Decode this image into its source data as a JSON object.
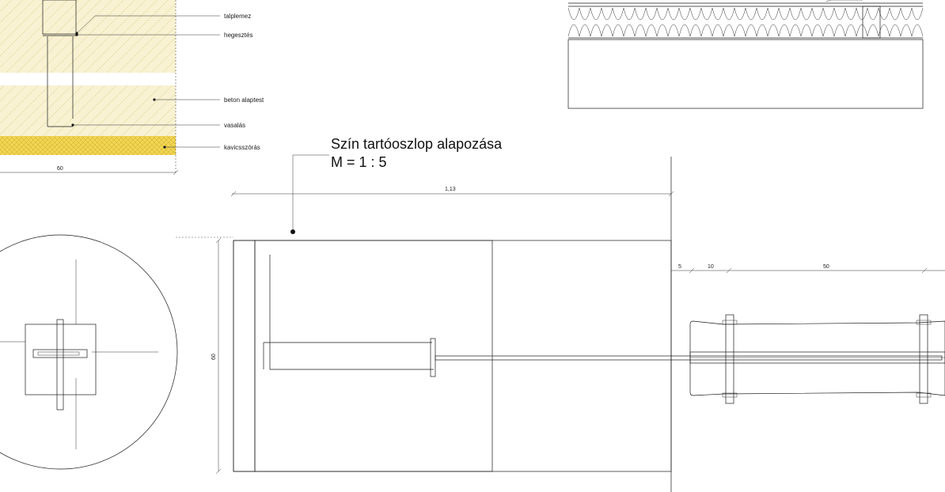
{
  "title": {
    "line1": "Szín tartóoszlop alapozása",
    "line2": "M = 1 : 5"
  },
  "labels": {
    "talplemez": "talplemez",
    "hegesztes": "hegesztés",
    "beton": "beton alaptest",
    "vasalas": "vasalás",
    "kavics": "kavicsszórás"
  },
  "dimensions": {
    "left_width": "60",
    "section_width": "1,13",
    "section_height": "60",
    "right_5": "5",
    "right_10": "10",
    "right_50": "50"
  },
  "colors": {
    "timber_yellow": "#f5d20c",
    "concrete_fill": "#f8f2d2",
    "hatch": "#e6d9a4",
    "gravel": "#f0d555",
    "steel": "#ffffff"
  }
}
